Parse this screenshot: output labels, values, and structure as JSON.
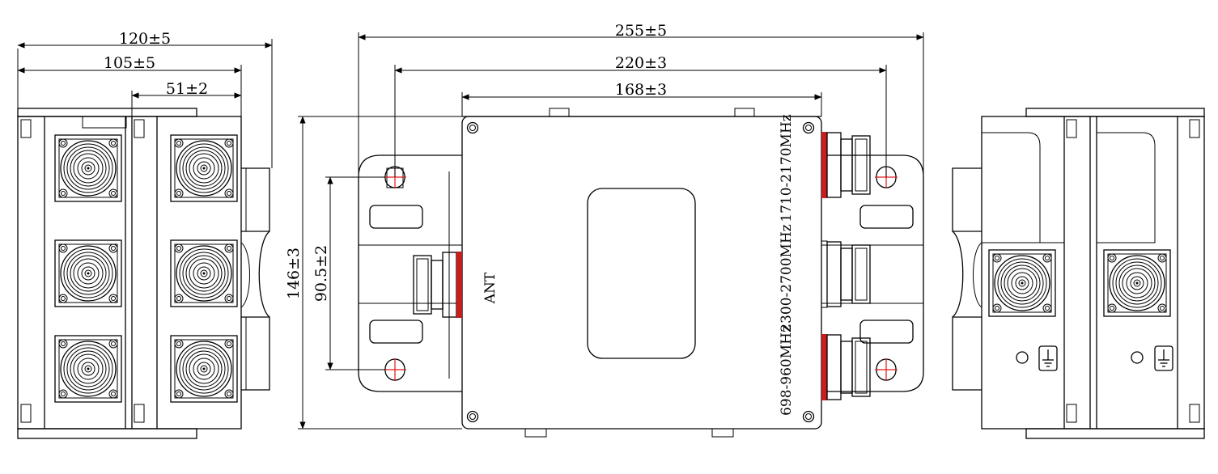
{
  "dimensions": {
    "left_total_width": "120±5",
    "left_body_width": "105±5",
    "left_connector_pitch": "51±2",
    "front_total_length": "255±5",
    "front_mount_pitch": "220±3",
    "front_body_length": "168±3",
    "front_height": "146±3",
    "front_mount_vertical_pitch": "90.5±2"
  },
  "port_labels": {
    "ant": "ANT",
    "band_top": "1710-2170MHz",
    "band_middle": "2300-2700MHz",
    "band_bottom": "698-960MHz"
  },
  "colors": {
    "line": "#000000",
    "center_mark": "#e01818",
    "seal_bar": "#c81e1e"
  },
  "icons": {
    "ground": "ground-symbol-icon",
    "connector": "din-connector-icon"
  }
}
